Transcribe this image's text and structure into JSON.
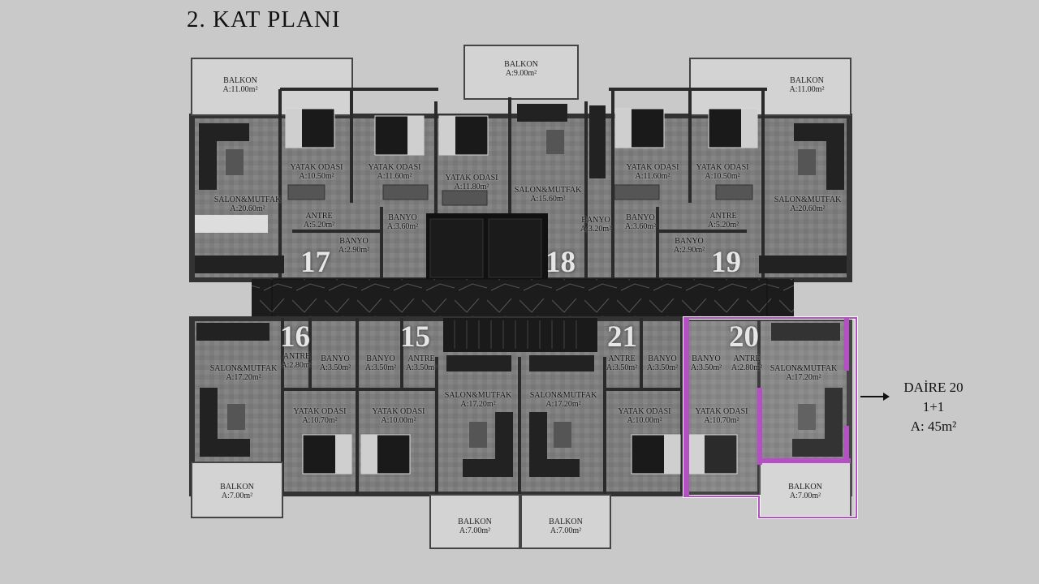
{
  "title": "2. KAT PLANI",
  "units": [
    {
      "no": "17",
      "name": "unit-17"
    },
    {
      "no": "18",
      "name": "unit-18"
    },
    {
      "no": "19",
      "name": "unit-19"
    },
    {
      "no": "16",
      "name": "unit-16"
    },
    {
      "no": "15",
      "name": "unit-15"
    },
    {
      "no": "21",
      "name": "unit-21"
    },
    {
      "no": "20",
      "name": "unit-20"
    }
  ],
  "rooms": {
    "r1": {
      "name": "BALKON",
      "area": "A:11.00m²"
    },
    "r2": {
      "name": "BALKON",
      "area": "A:9.00m²"
    },
    "r3": {
      "name": "BALKON",
      "area": "A:11.00m²"
    },
    "r4": {
      "name": "YATAK ODASI",
      "area": "A:10.50m²"
    },
    "r5": {
      "name": "YATAK ODASI",
      "area": "A:11.60m²"
    },
    "r6": {
      "name": "YATAK ODASI",
      "area": "A:11.80m²"
    },
    "r7": {
      "name": "SALON&MUTFAK",
      "area": "A:15.60m²"
    },
    "r8": {
      "name": "YATAK ODASI",
      "area": "A:11.60m²"
    },
    "r9": {
      "name": "YATAK ODASI",
      "area": "A:10.50m²"
    },
    "r10": {
      "name": "SALON&MUTFAK",
      "area": "A:20.60m²"
    },
    "r11": {
      "name": "ANTRE",
      "area": "A:5.20m²"
    },
    "r12": {
      "name": "BANYO",
      "area": "A:3.60m²"
    },
    "r13": {
      "name": "BANYO",
      "area": "A:2.90m²"
    },
    "r14": {
      "name": "BANYO",
      "area": "A:3.20m²"
    },
    "r15": {
      "name": "BANYO",
      "area": "A:3.60m²"
    },
    "r16": {
      "name": "ANTRE",
      "area": "A:5.20m²"
    },
    "r17": {
      "name": "BANYO",
      "area": "A:2.90m²"
    },
    "r18": {
      "name": "SALON&MUTFAK",
      "area": "A:20.60m²"
    },
    "r19": {
      "name": "SALON&MUTFAK",
      "area": "A:17.20m²"
    },
    "r20": {
      "name": "ANTRE",
      "area": "A:2.80m²"
    },
    "r21": {
      "name": "BANYO",
      "area": "A:3.50m²"
    },
    "r22": {
      "name": "BANYO",
      "area": "A:3.50m²"
    },
    "r23": {
      "name": "ANTRE",
      "area": "A:3.50m²"
    },
    "r24": {
      "name": "SALON&MUTFAK",
      "area": "A:17.20m²"
    },
    "r25": {
      "name": "SALON&MUTFAK",
      "area": "A:17.20m²"
    },
    "r26": {
      "name": "ANTRE",
      "area": "A:3.50m²"
    },
    "r27": {
      "name": "BANYO",
      "area": "A:3.50m²"
    },
    "r28": {
      "name": "BANYO",
      "area": "A:3.50m²"
    },
    "r29": {
      "name": "ANTRE",
      "area": "A:2.80m²"
    },
    "r30": {
      "name": "SALON&MUTFAK",
      "area": "A:17.20m²"
    },
    "r31": {
      "name": "YATAK ODASI",
      "area": "A:10.70m²"
    },
    "r32": {
      "name": "YATAK ODASI",
      "area": "A:10.00m²"
    },
    "r33": {
      "name": "YATAK ODASI",
      "area": "A:10.00m²"
    },
    "r34": {
      "name": "YATAK ODASI",
      "area": "A:10.70m²"
    },
    "r35": {
      "name": "BALKON",
      "area": "A:7.00m²"
    },
    "r36": {
      "name": "BALKON",
      "area": "A:7.00m²"
    },
    "r37": {
      "name": "BALKON",
      "area": "A:7.00m²"
    },
    "r38": {
      "name": "BALKON",
      "area": "A:7.00m²"
    }
  },
  "legend": {
    "line1": "DAİRE 20",
    "line2": "1+1",
    "line3": "A: 45m²"
  },
  "colors": {
    "background": "#c9c9c9",
    "floor": "#7f7f7f",
    "wall": "#2a2a2a",
    "corridor": "#1f1f1f",
    "highlight": "#b44fc4"
  }
}
